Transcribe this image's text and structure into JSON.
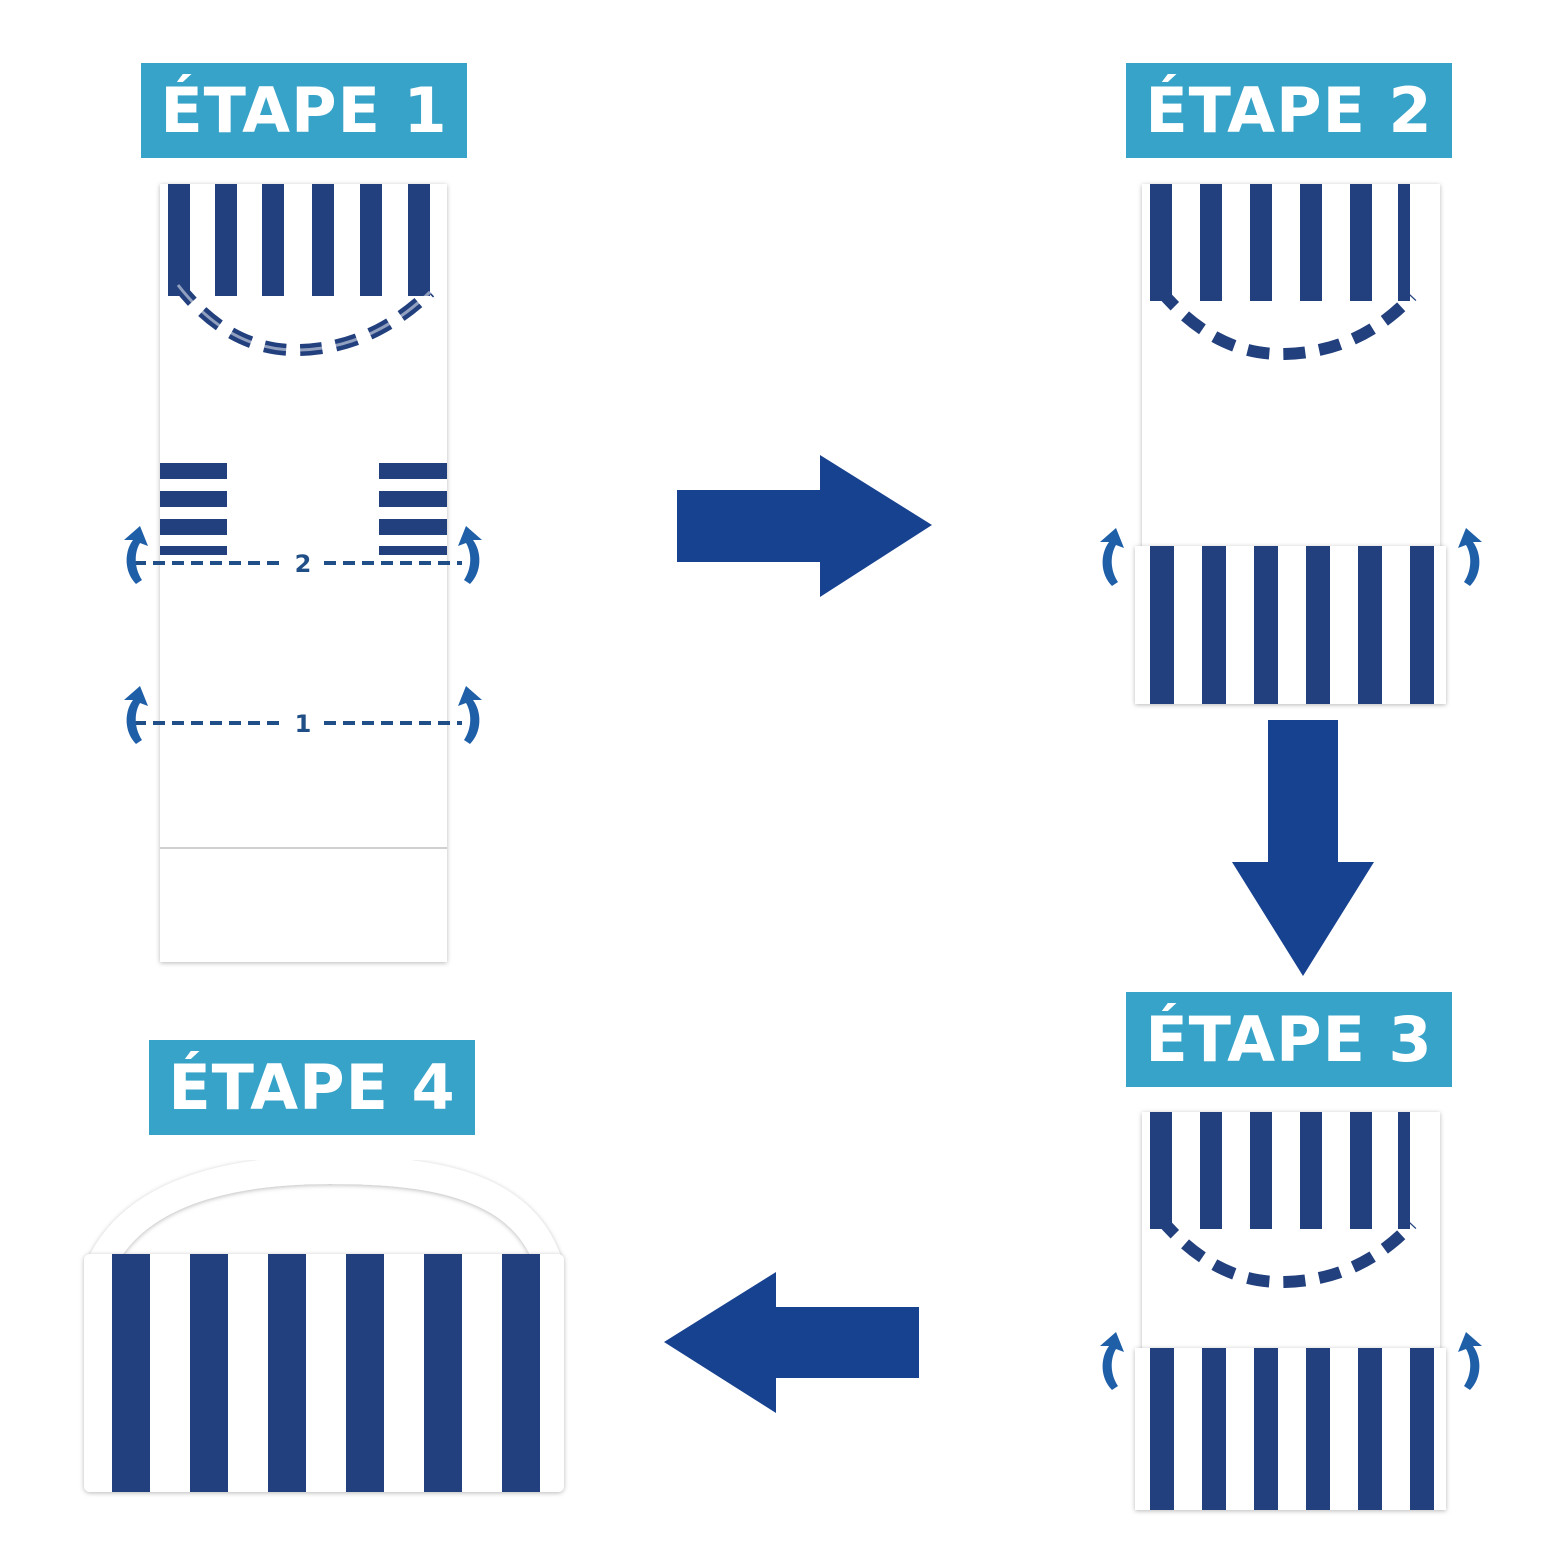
{
  "colors": {
    "label_bg": "#38a3c9",
    "label_text": "#ffffff",
    "stripe_blue": "#23407e",
    "arrow_blue": "#174290",
    "curl_arrow_blue": "#1f5fa8",
    "fold_line": "#1f4f86",
    "towel_white": "#ffffff"
  },
  "steps": [
    {
      "label": "ÉTAPE 1"
    },
    {
      "label": "ÉTAPE 2"
    },
    {
      "label": "ÉTAPE 3"
    },
    {
      "label": "ÉTAPE 4"
    }
  ],
  "fold_markers": [
    {
      "number": "2"
    },
    {
      "number": "1"
    }
  ],
  "flow_arrows": [
    {
      "direction": "right",
      "from": "ÉTAPE 1",
      "to": "ÉTAPE 2"
    },
    {
      "direction": "down",
      "from": "ÉTAPE 2",
      "to": "ÉTAPE 3"
    },
    {
      "direction": "left",
      "from": "ÉTAPE 3",
      "to": "ÉTAPE 4"
    }
  ],
  "icons": [
    "curl-up-arrow-icon",
    "fold-line",
    "striped-towel",
    "beach-bag"
  ]
}
